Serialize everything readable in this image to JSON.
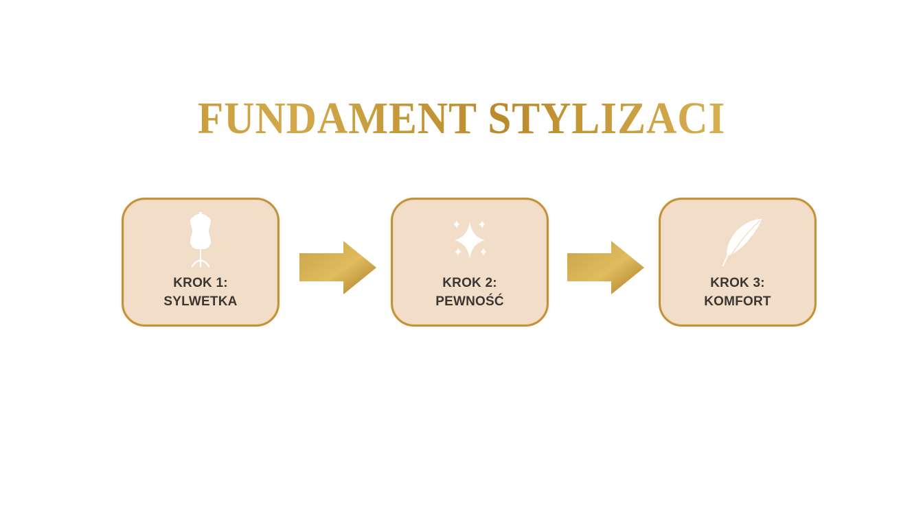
{
  "title": "FUNDAMENT STYLIZACI",
  "colors": {
    "gold": "#c0923a",
    "box_fill": "#f2ddc8",
    "text_dark": "#3a3632",
    "icon_white": "#ffffff",
    "background": "#ffffff"
  },
  "steps": [
    {
      "line1": "KROK 1:",
      "line2": "SYLWETKA",
      "icon": "dress-form-icon"
    },
    {
      "line1": "KROK 2:",
      "line2": "PEWNOŚĆ",
      "icon": "sparkles-icon"
    },
    {
      "line1": "KROK 3:",
      "line2": "KOMFORT",
      "icon": "feather-icon"
    }
  ],
  "connectors": [
    {
      "from": 1,
      "to": 2,
      "icon": "arrow-right-icon"
    },
    {
      "from": 2,
      "to": 3,
      "icon": "arrow-right-icon"
    }
  ]
}
